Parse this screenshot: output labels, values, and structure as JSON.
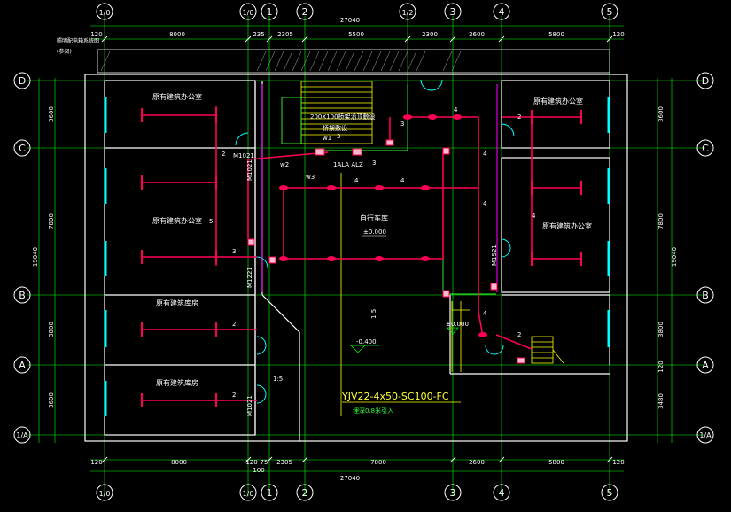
{
  "top_dims": {
    "overall": "27040",
    "segments": [
      "120",
      "8000",
      "235",
      "2305",
      "5500",
      "2300",
      "2600",
      "5800",
      "120"
    ]
  },
  "bottom_dims": {
    "overall": "27040",
    "segments": [
      "120",
      "8000",
      "120",
      "75",
      "2305",
      "7800",
      "2600",
      "5800",
      "120"
    ],
    "sub": "100"
  },
  "top_axes": [
    "1/0",
    "1/0",
    "1",
    "2",
    "1/2",
    "3",
    "4",
    "5"
  ],
  "bottom_axes": [
    "1/0",
    "1/0",
    "1",
    "2",
    "3",
    "4",
    "5"
  ],
  "left_axes": [
    "D",
    "C",
    "B",
    "A",
    "1/A"
  ],
  "right_axes": [
    "D",
    "C",
    "B",
    "A",
    "1/A"
  ],
  "left_dims": {
    "overall": "19040",
    "segments": [
      "3600",
      "7800",
      "3800",
      "3600"
    ]
  },
  "right_dims": {
    "overall": "19040",
    "segments": [
      "3600",
      "7800",
      "3800",
      "120",
      "3480"
    ]
  },
  "rooms": {
    "office_tl": "原有建筑办公室",
    "office_ml": "原有建筑办公室",
    "store_1": "原有建筑库房",
    "store_2": "原有建筑库房",
    "office_tr": "原有建筑办公室",
    "office_mr": "原有建筑办公室",
    "bike": "自行车库"
  },
  "notes": {
    "top_left_1": "照明配电箱系统图",
    "top_left_2": "(参阅)",
    "tray": "200X100桥架沿顶敷设",
    "tray2": "桥架敷设"
  },
  "labels": {
    "elev_bike": "±0.000",
    "elev_low": "-0.400",
    "elev_right": "±0.000",
    "slope_1": "1:5",
    "slope_2": "1:5",
    "door_1": "M1021",
    "door_2": "M1221",
    "door_3": "M1021",
    "door_4": "M1521",
    "w1": "w1",
    "w2": "w2",
    "w3": "w3",
    "panels": "1ALA  ALZ",
    "n2": "2",
    "n3": "3",
    "n4": "4",
    "n5": "5"
  },
  "cable": {
    "spec": "YJV22-4x50-SC100-FC",
    "note": "埋深0.8米引入"
  },
  "colors": {
    "background": "#000000",
    "wall": "#ffffff",
    "grid": "#00ff00",
    "circuit": "#ff0055",
    "window": "#00ffff",
    "accent": "#ffff00",
    "purple": "#ff00ff"
  }
}
